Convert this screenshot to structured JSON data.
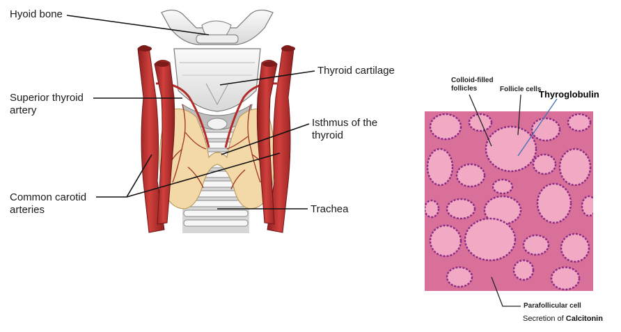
{
  "anatomy": {
    "hyoid_bone": "Hyoid bone",
    "thyroid_cartilage": "Thyroid cartilage",
    "superior_thyroid_artery_1": "Superior thyroid",
    "superior_thyroid_artery_2": "artery",
    "isthmus_1": "Isthmus of the",
    "isthmus_2": "thyroid",
    "common_carotid_1": "Common carotid",
    "common_carotid_2": "arteries",
    "trachea": "Trachea"
  },
  "histology": {
    "colloid_1": "Colloid-filled",
    "colloid_2": "follicles",
    "follicle_cells": "Follicle cells",
    "thyroglobulin": "Thyroglobulin",
    "parafollicular": "Parafollicular cell",
    "secretion_prefix": "Secretion of ",
    "calcitonin": "Calcitonin"
  },
  "colors": {
    "artery": "#c0302f",
    "thyroid_gland": "#f3d9a8",
    "cartilage": "#e9e9e9",
    "tissue_background": "#d9709a",
    "colloid": "#f1a9c4",
    "nuclei": "#8a2c86",
    "pointer_blue": "#3b6fb5"
  }
}
